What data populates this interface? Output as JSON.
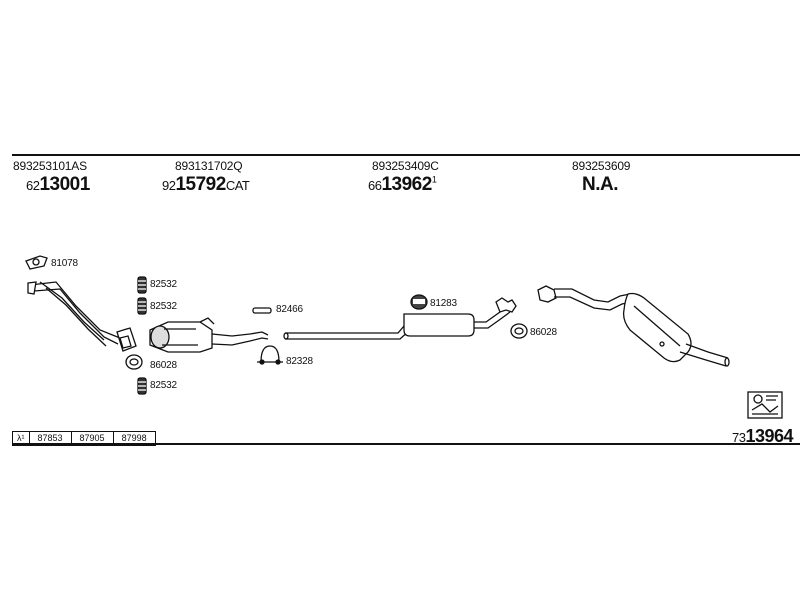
{
  "columns": [
    {
      "oe": "893253101AS",
      "prefix": "62",
      "main": "13001",
      "suffix": "",
      "sup": ""
    },
    {
      "oe": "893131702Q",
      "prefix": "92",
      "main": "15792",
      "suffix": "CAT",
      "sup": ""
    },
    {
      "oe": "893253409C",
      "prefix": "66",
      "main": "13962",
      "suffix": "",
      "sup": "1"
    },
    {
      "oe": "893253609",
      "prefix": "",
      "main": "N.A.",
      "suffix": "",
      "sup": ""
    }
  ],
  "labels": {
    "seal_top": "81078",
    "bracket_1": "82532",
    "bracket_2": "82532",
    "ring_left": "86028",
    "bracket_3": "82532",
    "clip": "82466",
    "clamp": "82328",
    "hanger": "81283",
    "ring_right": "86028"
  },
  "lambda_row": {
    "symbol": "λ¹",
    "values": [
      "87853",
      "87905",
      "87998"
    ]
  },
  "kit": {
    "prefix": "73",
    "main": "13964"
  }
}
